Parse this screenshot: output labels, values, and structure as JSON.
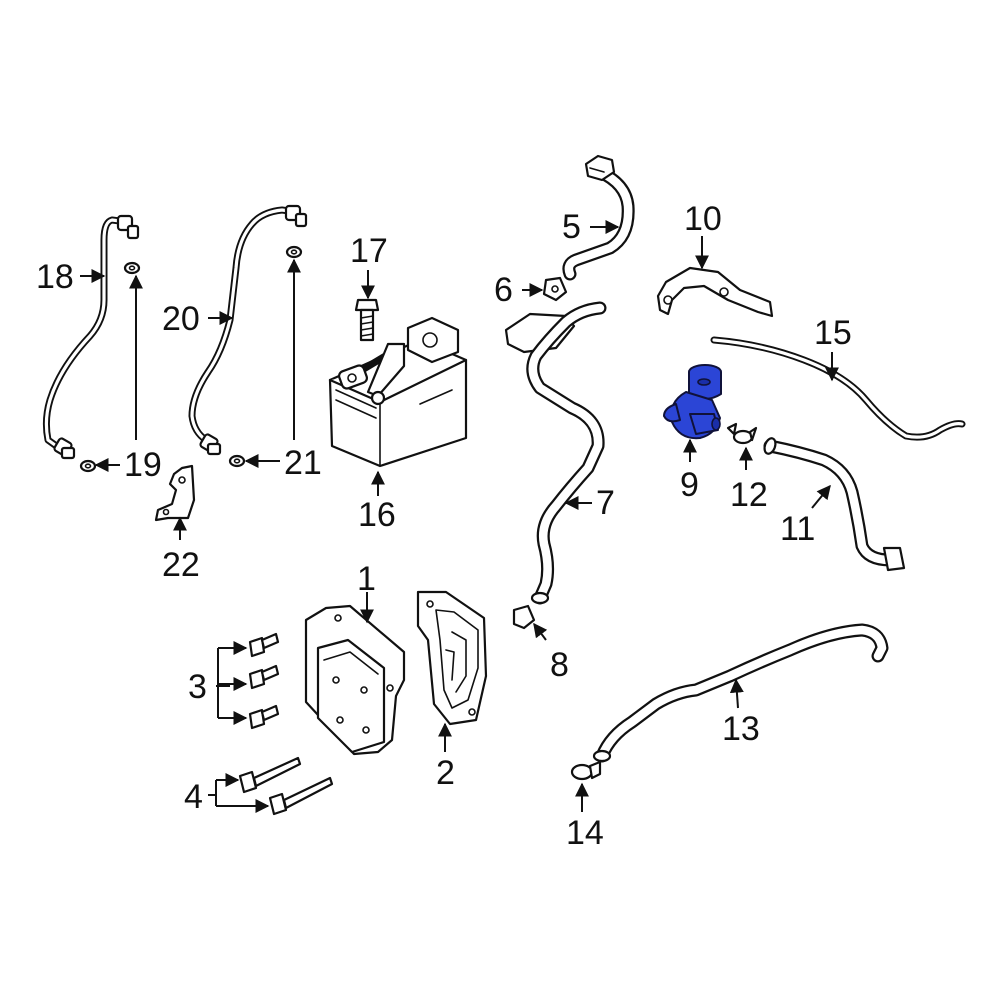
{
  "colors": {
    "line": "#111111",
    "background": "#ffffff",
    "highlight": "#2b45d6"
  },
  "highlighted_part": "9",
  "callouts": {
    "c1": "1",
    "c2": "2",
    "c3": "3",
    "c4": "4",
    "c5": "5",
    "c6": "6",
    "c7": "7",
    "c8": "8",
    "c9": "9",
    "c10": "10",
    "c11": "11",
    "c12": "12",
    "c13": "13",
    "c14": "14",
    "c15": "15",
    "c16": "16",
    "c17": "17",
    "c18": "18",
    "c19": "19",
    "c20": "20",
    "c21": "21",
    "c22": "22"
  }
}
